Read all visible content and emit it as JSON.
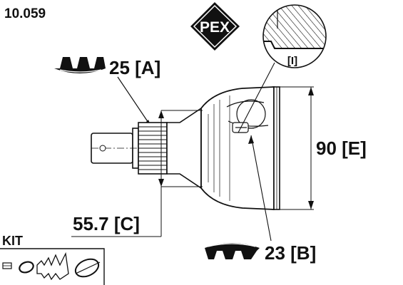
{
  "part_number": "10.059",
  "brand": {
    "logo_text": "PEX",
    "registered_mark": "®"
  },
  "detail_label": "[I]",
  "dimensions": {
    "spline_outer": "25 [A]",
    "spline_inner": "23 [B]",
    "shaft_length": "55.7 [C]",
    "housing_diameter": "90 [E]"
  },
  "kit": {
    "title": "KIT"
  },
  "colors": {
    "ink": "#111111",
    "paper": "#ffffff"
  }
}
